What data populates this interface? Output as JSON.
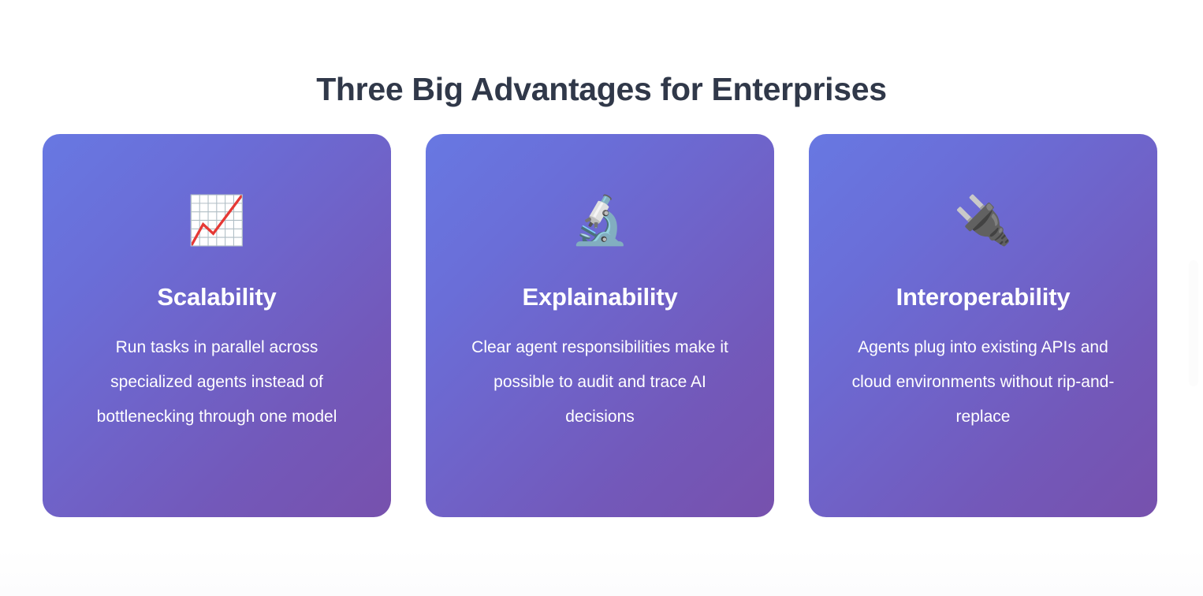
{
  "header": {
    "title": "Three Big Advantages for Enterprises",
    "title_color": "#303849"
  },
  "theme": {
    "page_background": "#ffffff",
    "card_gradient_start": "#6878e2",
    "card_gradient_end": "#7751ad",
    "card_text_color": "#ffffff"
  },
  "cards": [
    {
      "icon": "📈",
      "icon_name": "chart-increasing-icon",
      "title": "Scalability",
      "body": "Run tasks in parallel across specialized agents instead of bottlenecking through one model"
    },
    {
      "icon": "🔬",
      "icon_name": "microscope-icon",
      "title": "Explainability",
      "body": "Clear agent responsibilities make it possible to audit and trace AI decisions"
    },
    {
      "icon": "🔌",
      "icon_name": "electric-plug-icon",
      "title": "Interoperability",
      "body": "Agents plug into existing APIs and cloud environments without rip-and-replace"
    }
  ]
}
